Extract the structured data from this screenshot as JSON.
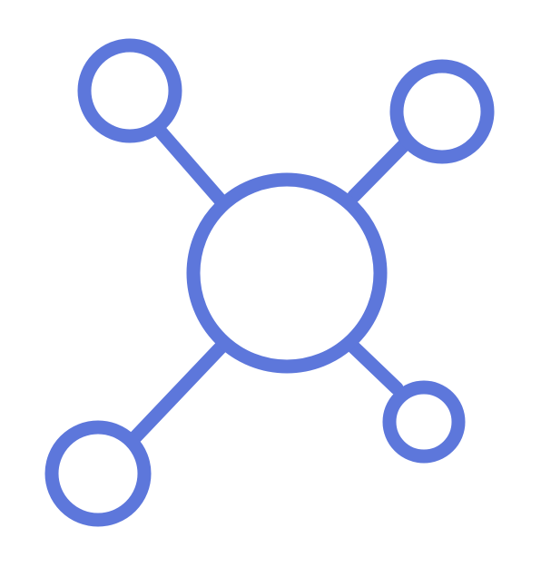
{
  "icon": {
    "name": "network-hub-icon",
    "description_kind": "outline icon",
    "stroke_color": "#5D77DB",
    "background_color": "#FFFFFF",
    "nodes": [
      "center",
      "top-left",
      "top-right",
      "bottom-left",
      "bottom-right"
    ]
  }
}
